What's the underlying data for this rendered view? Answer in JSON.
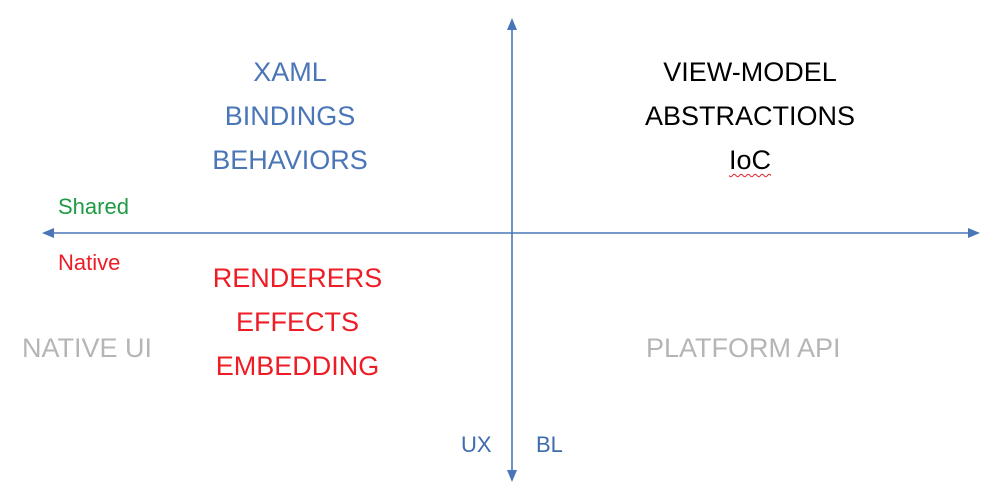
{
  "quadrants": {
    "top_left": [
      "XAML",
      "BINDINGS",
      "BEHAVIORS"
    ],
    "top_right": [
      "VIEW-MODEL",
      "ABSTRACTIONS",
      "IoC"
    ],
    "bottom_left": [
      "RENDERERS",
      "EFFECTS",
      "EMBEDDING"
    ],
    "bottom_left_area": "NATIVE UI",
    "bottom_right_area": "PLATFORM API"
  },
  "horizontal_axis": {
    "upper_label": "Shared",
    "lower_label": "Native"
  },
  "vertical_axis": {
    "left_label": "UX",
    "right_label": "BL"
  },
  "colors": {
    "axis": "#4a76b8",
    "top_left_text": "#4a76b8",
    "top_right_text": "#000000",
    "bottom_left_text": "#ee1c25",
    "area_label": "#b5b5b5",
    "shared": "#1f9a45",
    "native": "#ee1c25"
  }
}
